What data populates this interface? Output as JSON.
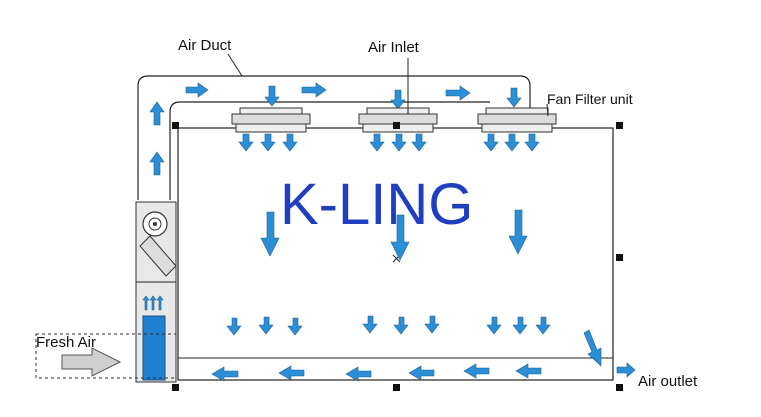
{
  "labels": {
    "air_duct": "Air Duct",
    "air_inlet": "Air Inlet",
    "fan_filter_unit": "Fan Filter unit",
    "fresh_air": "Fresh Air",
    "air_outlet": "Air outlet"
  },
  "brand": {
    "text": "K-LING",
    "color": "#1f3fbf"
  },
  "colors": {
    "arrow": "#2a8fd6",
    "arrow_stroke": "#1f5f8f",
    "fresh_air_arrow": "#cfcfcf",
    "blower_fill": "#1f7fd0"
  },
  "icons": {
    "fan": "fan-icon",
    "intake_arrows": "triple-up-arrow-icon",
    "fresh_air": "right-arrow-icon"
  }
}
